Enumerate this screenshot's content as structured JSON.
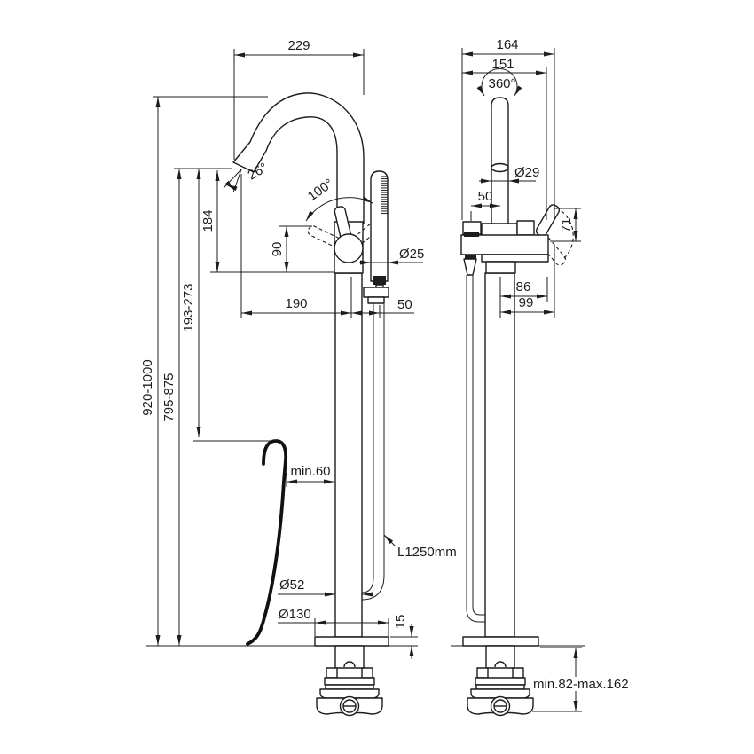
{
  "drawing": {
    "background": "#ffffff",
    "line_color": "#1d1d1d",
    "front": {
      "dims": {
        "spout_reach": "229",
        "spout_angle": "26°",
        "outlet_drop": "184",
        "handle_height": "90",
        "handle_swing": "100°",
        "handshower_dia": "Ø25",
        "outlet_to_axis": "190",
        "axis_to_shower": "50",
        "total_height": "920-1000",
        "outlet_height": "795-875",
        "outlet_to_rim": "193-273",
        "rim_clearance": "min.60",
        "hose_length": "L1250mm",
        "column_dia": "Ø52",
        "base_dia": "Ø130",
        "base_plate_height": "15"
      }
    },
    "side": {
      "dims": {
        "overall_depth": "164",
        "body_depth": "151",
        "swivel": "360°",
        "shower_dia": "Ø29",
        "holder_offset": "50",
        "lever_length": "71",
        "lever_reach": "86",
        "lever_reach_outer": "99",
        "underfloor": "min.82-max.162"
      }
    }
  }
}
